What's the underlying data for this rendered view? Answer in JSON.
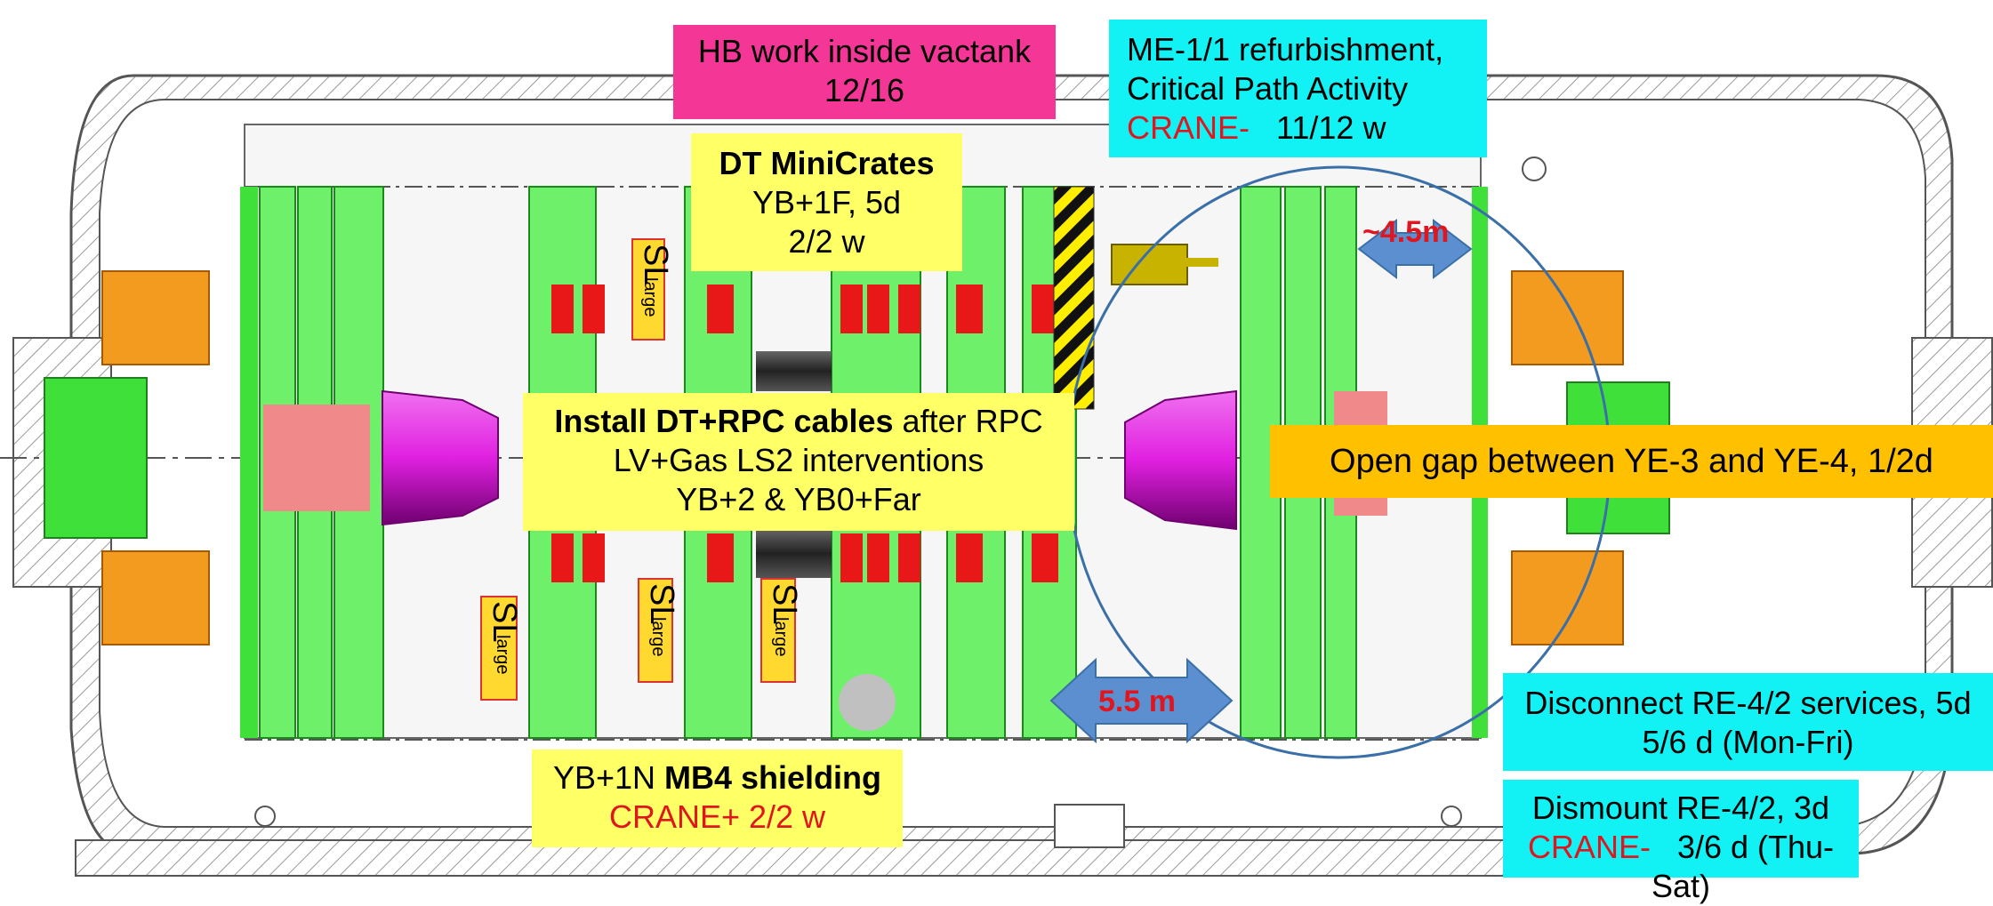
{
  "boxes": {
    "hb_work": {
      "line1": "HB work inside vactank",
      "line2": "12/16"
    },
    "me11": {
      "line1": "ME-1/1 refurbishment,",
      "line2": "Critical Path Activity",
      "crane": "CRANE-",
      "weeks": "11/12 w"
    },
    "dt_minicrates": {
      "title": "DT MiniCrates",
      "line2": "YB+1F, 5d",
      "line3": "2/2 w"
    },
    "install_cables": {
      "bold": "Install DT+RPC cables",
      "rest": " after RPC",
      "line2": "LV+Gas LS2 interventions",
      "line3": "YB+2 & YB0+Far"
    },
    "open_gap": {
      "text": "Open gap between YE-3 and YE-4, 1/2d"
    },
    "disconnect": {
      "line1": "Disconnect RE-4/2 services, 5d",
      "line2": "5/6 d (Mon-Fri)"
    },
    "dismount": {
      "line1": "Dismount RE-4/2, 3d",
      "crane": "CRANE-",
      "line2": "3/6 d (Thu-Sat)"
    },
    "mb4": {
      "prefix": "YB+1N ",
      "bold": "MB4 shielding",
      "crane": "CRANE+ 2/2 w"
    }
  },
  "sl_tags": {
    "big": "SL",
    "small": "large"
  },
  "arrows": {
    "top": "~4.5m",
    "bottom": "5.5 m"
  },
  "colors": {
    "cyan": "#12f2f5",
    "yellow": "#ffff66",
    "pink": "#f43797",
    "orange": "#ffc000",
    "green": "#6ff06a",
    "magenta": "#e020e0",
    "crane_red": "#e0161e",
    "arrow_blue": "#5b8fd0"
  }
}
